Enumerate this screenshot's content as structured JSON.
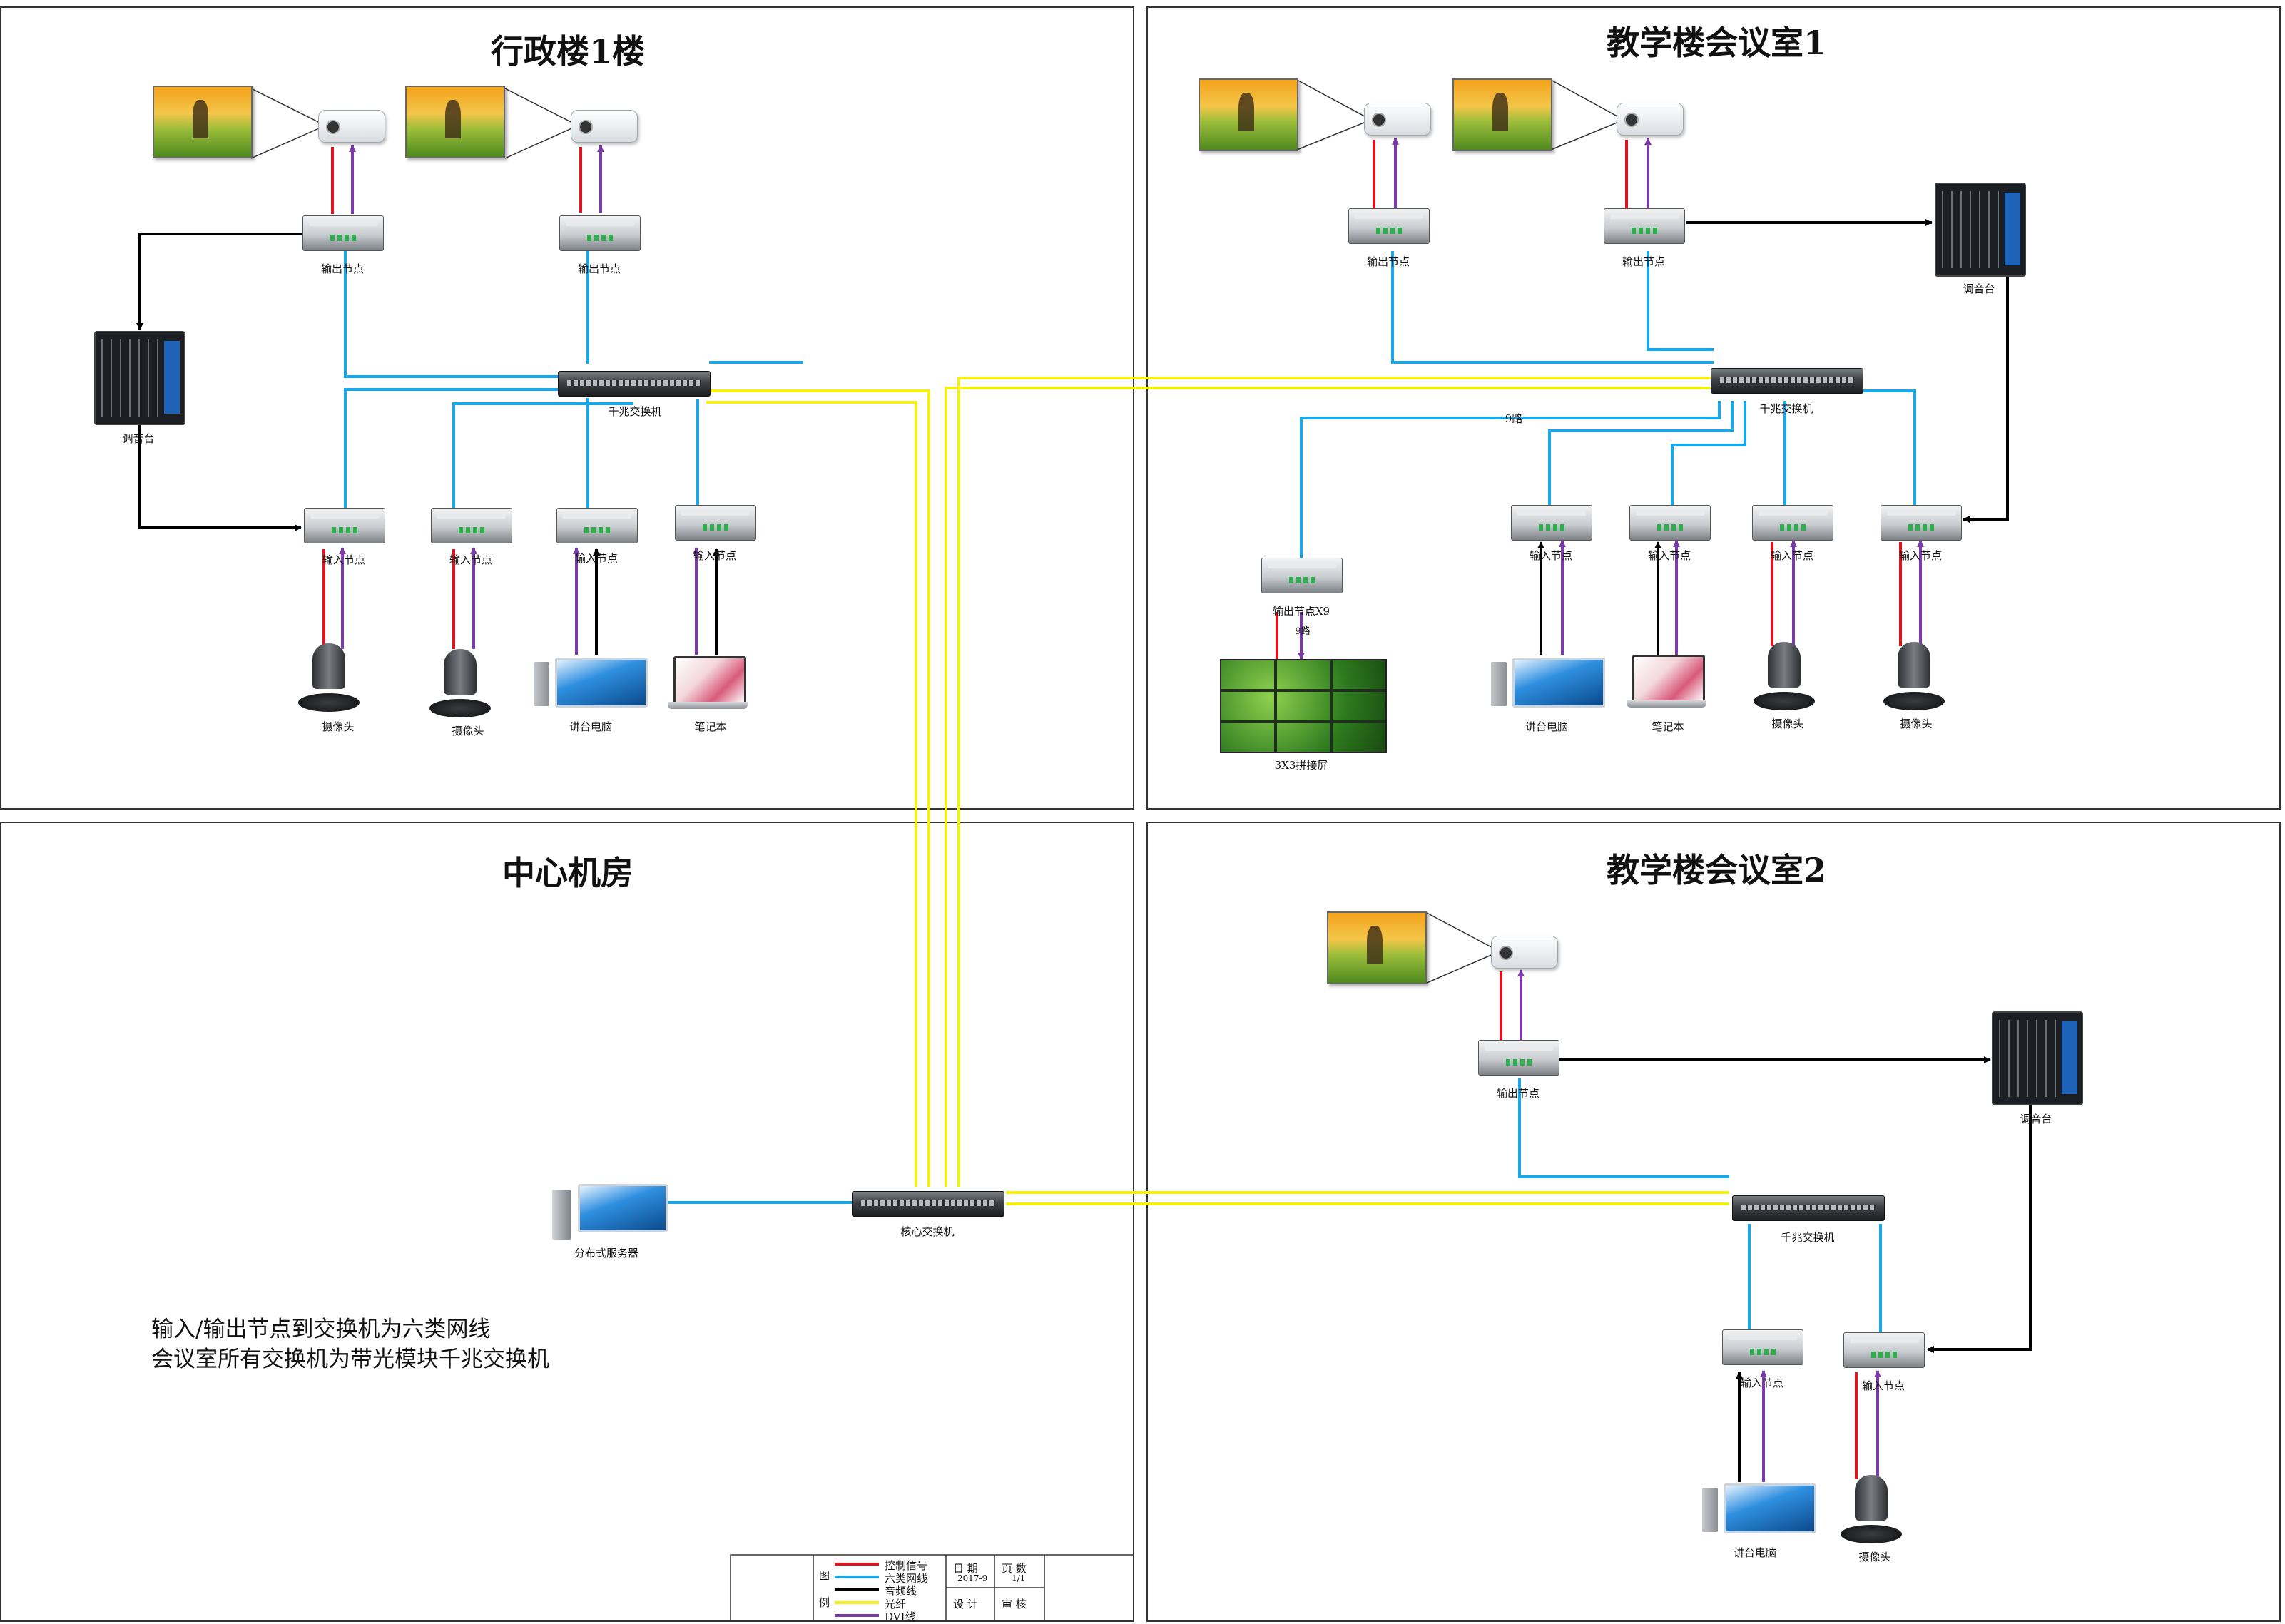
{
  "rooms": {
    "admin_floor1": {
      "title": "行政楼1楼",
      "output_node_label": "输出节点",
      "switch_label": "千兆交换机",
      "mixer_label": "调音台",
      "input_node_label": "输入节点",
      "camera_label": "摄像头",
      "podium_pc_label": "讲台电脑",
      "laptop_label": "笔记本"
    },
    "meeting_room1": {
      "title": "教学楼会议室1",
      "output_node_label": "输出节点",
      "switch_label": "千兆交换机",
      "mixer_label": "调音台",
      "route_label": "9路",
      "output_node_x9_label": "输出节点X9",
      "nine_ways_label": "9路",
      "wall_label": "3X3拼接屏",
      "input_node_label": "输入节点",
      "podium_pc_label": "讲台电脑",
      "laptop_label": "笔记本",
      "camera_label": "摄像头"
    },
    "data_center": {
      "title": "中心机房",
      "server_label": "分布式服务器",
      "core_switch_label": "核心交换机",
      "notes": [
        "输入/输出节点到交换机为六类网线",
        "会议室所有交换机为带光模块千兆交换机"
      ]
    },
    "meeting_room2": {
      "title": "教学楼会议室2",
      "output_node_label": "输出节点",
      "mixer_label": "调音台",
      "switch_label": "千兆交换机",
      "input_node_label": "输入节点",
      "podium_pc_label": "讲台电脑",
      "camera_label": "摄像头"
    }
  },
  "title_block": {
    "legend_title_1": "图",
    "legend_title_2": "例",
    "legend": [
      {
        "label": "控制信号",
        "color": "#e0141e"
      },
      {
        "label": "六类网线",
        "color": "#1aa7e8"
      },
      {
        "label": "音频线",
        "color": "#000000"
      },
      {
        "label": "光纤",
        "color": "#f5f01a"
      },
      {
        "label": "DVI线",
        "color": "#7a3aa8"
      }
    ],
    "date_label": "日 期",
    "date_value": "2017-9",
    "page_label": "页 数",
    "page_value": "1/1",
    "design_label": "设 计",
    "review_label": "审 核"
  },
  "colors": {
    "control": "#e0141e",
    "cat6": "#1aa7e8",
    "audio": "#000000",
    "fiber": "#f5f01a",
    "dvi": "#7a3aa8"
  }
}
